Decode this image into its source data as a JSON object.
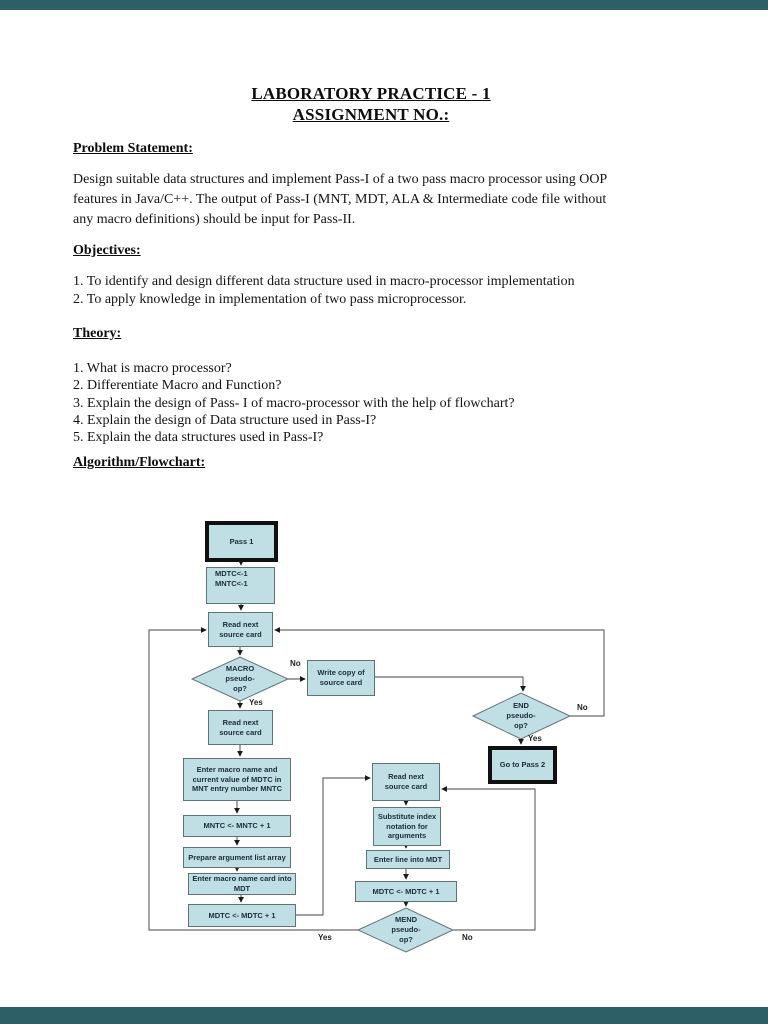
{
  "document": {
    "title_line1": "LABORATORY PRACTICE - 1",
    "title_line2": "ASSIGNMENT NO.:",
    "problem": {
      "heading": "Problem Statement:",
      "body_lines": [
        "Design suitable data structures and implement Pass-I of a two pass macro processor using OOP",
        "features in Java/C++. The output of Pass-I (MNT, MDT, ALA & Intermediate code file without",
        "any macro definitions) should be input for Pass-II."
      ]
    },
    "objectives": {
      "heading": "Objectives:",
      "items": [
        "1. To identify and design different data structure used in macro-processor implementation",
        "2. To apply knowledge in implementation of two pass microprocessor."
      ]
    },
    "theory": {
      "heading": "Theory:",
      "items": [
        "1. What is macro processor?",
        "2. Differentiate Macro and Function?",
        "3. Explain the design of Pass- I of macro-processor with the help of flowchart?",
        "4. Explain the design of Data structure used in Pass-I?",
        "5. Explain the data structures used in Pass-I?"
      ]
    },
    "algorithm_heading": "Algorithm/Flowchart:"
  },
  "flowchart": {
    "nodes": {
      "pass1": "Pass 1",
      "init_line1": "MDTC<-1",
      "init_line2": "MNTC<-1",
      "read_next_1": "Read next source card",
      "macro_decision": [
        "MACRO",
        "pseudo-",
        "op?"
      ],
      "write_copy": "Write copy of source card",
      "read_next_2": "Read next source card",
      "enter_macro_name": "Enter macro name and current value of MDTC in MNT entry number MNTC",
      "mntc_increment": "MNTC <- MNTC + 1",
      "prepare_args": "Prepare argument list array",
      "enter_card_mdt": "Enter macro name card into MDT",
      "mdtc_increment_left": "MDTC <- MDTC + 1",
      "read_next_3": "Read next source card",
      "substitute": "Substitute index notation for arguments",
      "enter_line_mdt": "Enter line into MDT",
      "mdtc_increment_right": "MDTC <- MDTC + 1",
      "mend_decision": [
        "MEND",
        "pseudo-",
        "op?"
      ],
      "end_decision": [
        "END",
        "pseudo-",
        "op?"
      ],
      "goto_pass2": "Go to Pass 2"
    },
    "branch_labels": {
      "macro_no": "No",
      "macro_yes": "Yes",
      "end_no": "No",
      "end_yes": "Yes",
      "mend_yes": "Yes",
      "mend_no": "No"
    },
    "colors": {
      "node_fill": "#bfdfe5",
      "node_border": "#5f7478",
      "terminal_border": "#101010",
      "connector": "#6b6b6b",
      "node_text": "#1c2b3a",
      "viewer_bar": "#2c5f66"
    }
  }
}
